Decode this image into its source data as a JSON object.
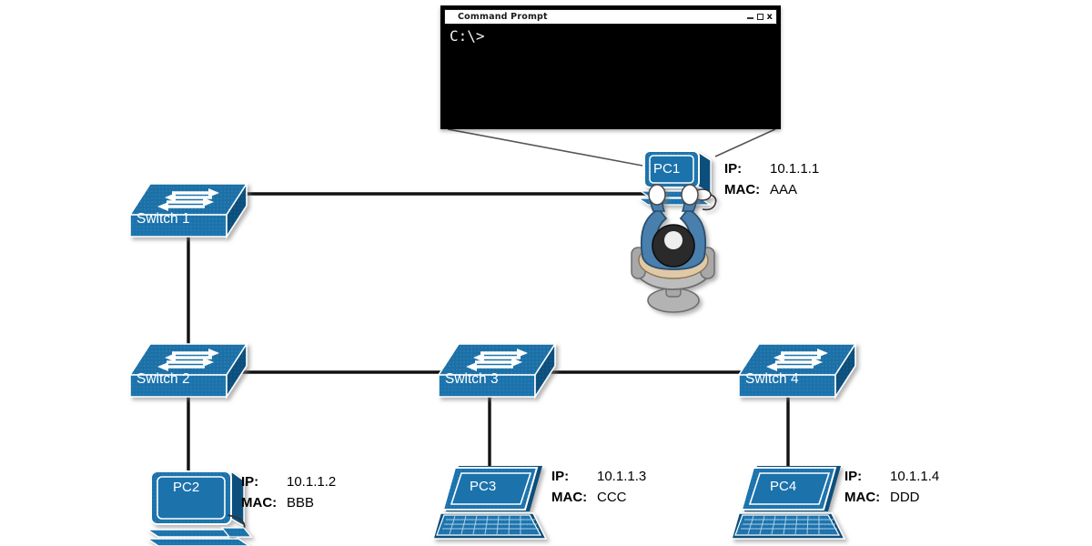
{
  "terminal": {
    "title": "Command Prompt",
    "prompt": "C:\\>",
    "minimize_icon": "minimize-icon",
    "maximize_icon": "maximize-icon",
    "close_icon": "close-icon",
    "close_glyph": "x"
  },
  "colors": {
    "device_blue": "#1a72ab",
    "device_blue_dark": "#0d4f7c",
    "device_blue_light": "#2f86be",
    "link_black": "#000000",
    "terminal_bg": "#000000",
    "terminal_text": "#f2f2f2",
    "chair_gray": "#a8a8a8",
    "skin_tan": "#e0c9a6",
    "hair_black": "#2b2b2b"
  },
  "devices": {
    "switch1": {
      "label": "Switch 1",
      "icon": "switch-icon"
    },
    "switch2": {
      "label": "Switch 2",
      "icon": "switch-icon"
    },
    "switch3": {
      "label": "Switch 3",
      "icon": "switch-icon"
    },
    "switch4": {
      "label": "Switch 4",
      "icon": "switch-icon"
    },
    "pc1": {
      "label": "PC1",
      "icon": "desktop-computer-icon"
    },
    "pc2": {
      "label": "PC2",
      "icon": "desktop-computer-icon"
    },
    "pc3": {
      "label": "PC3",
      "icon": "laptop-icon"
    },
    "pc4": {
      "label": "PC4",
      "icon": "laptop-icon"
    },
    "user": {
      "icon": "seated-user-icon"
    }
  },
  "hosts": [
    {
      "name": "PC1",
      "ip_key": "IP:",
      "ip": "10.1.1.1",
      "mac_key": "MAC:",
      "mac": "AAA"
    },
    {
      "name": "PC2",
      "ip_key": "IP:",
      "ip": "10.1.1.2",
      "mac_key": "MAC:",
      "mac": "BBB"
    },
    {
      "name": "PC3",
      "ip_key": "IP:",
      "ip": "10.1.1.3",
      "mac_key": "MAC:",
      "mac": "CCC"
    },
    {
      "name": "PC4",
      "ip_key": "IP:",
      "ip": "10.1.1.4",
      "mac_key": "MAC:",
      "mac": "DDD"
    }
  ],
  "links": [
    {
      "from": "Switch 1",
      "to": "PC1"
    },
    {
      "from": "Switch 1",
      "to": "Switch 2"
    },
    {
      "from": "Switch 2",
      "to": "Switch 3"
    },
    {
      "from": "Switch 3",
      "to": "Switch 4"
    },
    {
      "from": "Switch 2",
      "to": "PC2"
    },
    {
      "from": "Switch 3",
      "to": "PC3"
    },
    {
      "from": "Switch 4",
      "to": "PC4"
    }
  ]
}
